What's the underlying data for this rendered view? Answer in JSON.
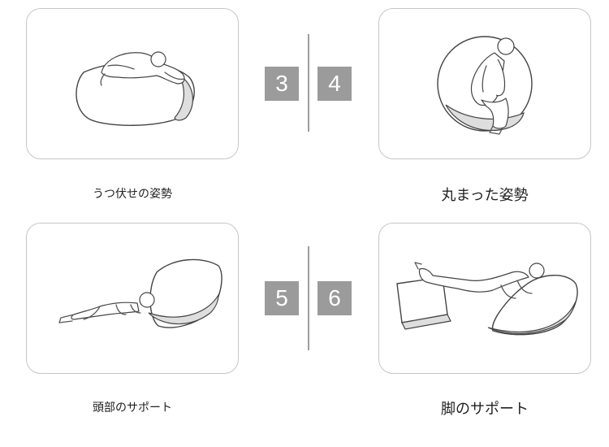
{
  "panels": [
    {
      "number": "3",
      "caption": "うつ伏せの姿勢",
      "icon": "prone-posture-illustration"
    },
    {
      "number": "4",
      "caption": "丸まった姿勢",
      "icon": "curled-posture-illustration"
    },
    {
      "number": "5",
      "caption": "頭部のサポート",
      "icon": "head-support-illustration"
    },
    {
      "number": "6",
      "caption": "脚のサポート",
      "icon": "leg-support-illustration"
    }
  ],
  "colors": {
    "badge": "#9b9b9b",
    "card_border": "#c6c6c6",
    "divider": "#9e9e9e",
    "text": "#222222"
  }
}
